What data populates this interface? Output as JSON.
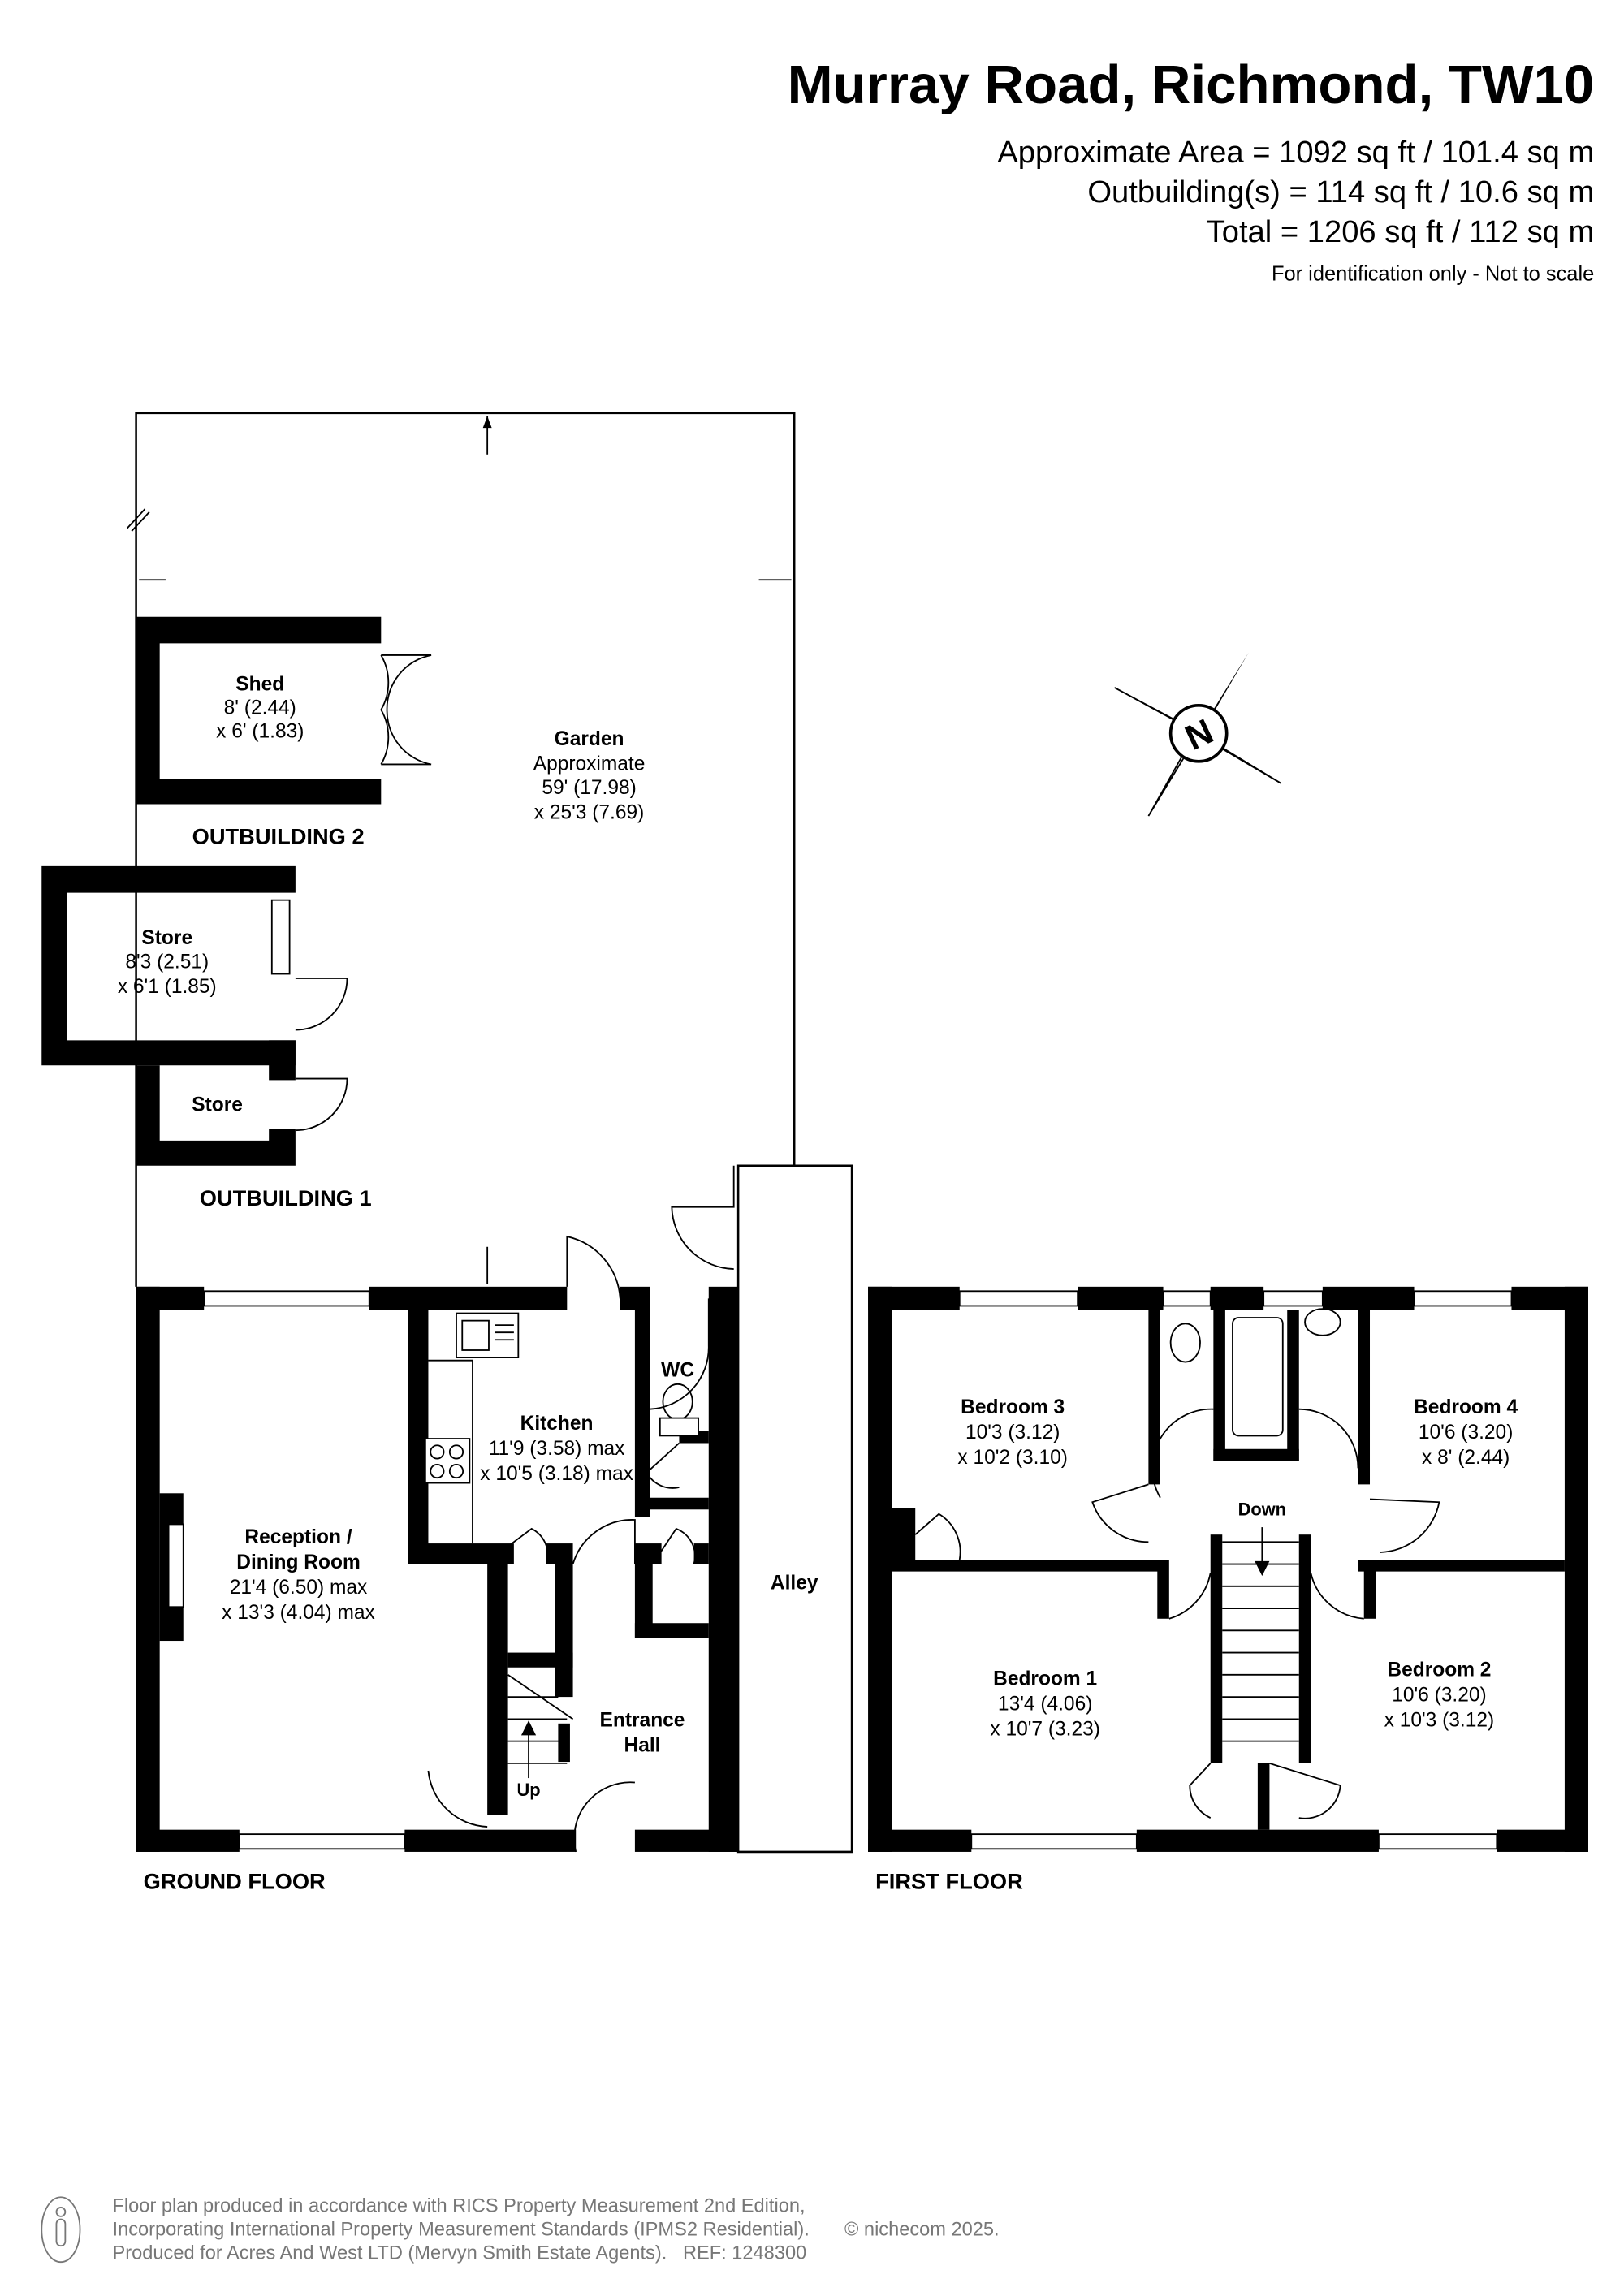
{
  "header": {
    "title": "Murray Road, Richmond, TW10",
    "approx_area": "Approximate Area = 1092 sq ft / 101.4 sq m",
    "outbuildings": "Outbuilding(s) = 114 sq ft / 10.6 sq m",
    "total": "Total = 1206 sq ft / 112 sq m",
    "disclaimer": "For identification only - Not to scale"
  },
  "compass": {
    "label": "N"
  },
  "garden": {
    "name": "Garden",
    "line1": "Approximate",
    "line2": "59' (17.98)",
    "line3": "x 25'3 (7.69)"
  },
  "outbuilding2": {
    "label": "OUTBUILDING 2",
    "shed": {
      "name": "Shed",
      "line1": "8' (2.44)",
      "line2": "x 6' (1.83)"
    }
  },
  "outbuilding1": {
    "label": "OUTBUILDING 1",
    "store1": {
      "name": "Store",
      "line1": "8'3 (2.51)",
      "line2": "x 6'1 (1.85)"
    },
    "store2": {
      "name": "Store"
    }
  },
  "ground_floor": {
    "label": "GROUND FLOOR",
    "reception": {
      "line1": "Reception /",
      "line2": "Dining Room",
      "line3": "21'4 (6.50) max",
      "line4": "x 13'3 (4.04) max"
    },
    "kitchen": {
      "name": "Kitchen",
      "line1": "11'9 (3.58) max",
      "line2": "x 10'5 (3.18) max"
    },
    "wc": {
      "name": "WC"
    },
    "hall": {
      "line1": "Entrance",
      "line2": "Hall"
    },
    "stairs": {
      "label": "Up"
    },
    "alley": {
      "name": "Alley"
    }
  },
  "first_floor": {
    "label": "FIRST FLOOR",
    "bedroom3": {
      "name": "Bedroom 3",
      "line1": "10'3 (3.12)",
      "line2": "x 10'2 (3.10)"
    },
    "bedroom4": {
      "name": "Bedroom 4",
      "line1": "10'6 (3.20)",
      "line2": "x 8' (2.44)"
    },
    "bedroom1": {
      "name": "Bedroom 1",
      "line1": "13'4 (4.06)",
      "line2": "x 10'7 (3.23)"
    },
    "bedroom2": {
      "name": "Bedroom 2",
      "line1": "10'6 (3.20)",
      "line2": "x 10'3 (3.12)"
    },
    "stairs": {
      "label": "Down"
    }
  },
  "footer": {
    "line1": "Floor plan produced in accordance with RICS Property Measurement 2nd Edition,",
    "line2": "Incorporating International Property Measurement Standards (IPMS2 Residential).",
    "copyright": "© nichecom 2025.",
    "line3": "Produced for Acres And West LTD (Mervyn Smith Estate Agents).   REF: 1248300"
  }
}
